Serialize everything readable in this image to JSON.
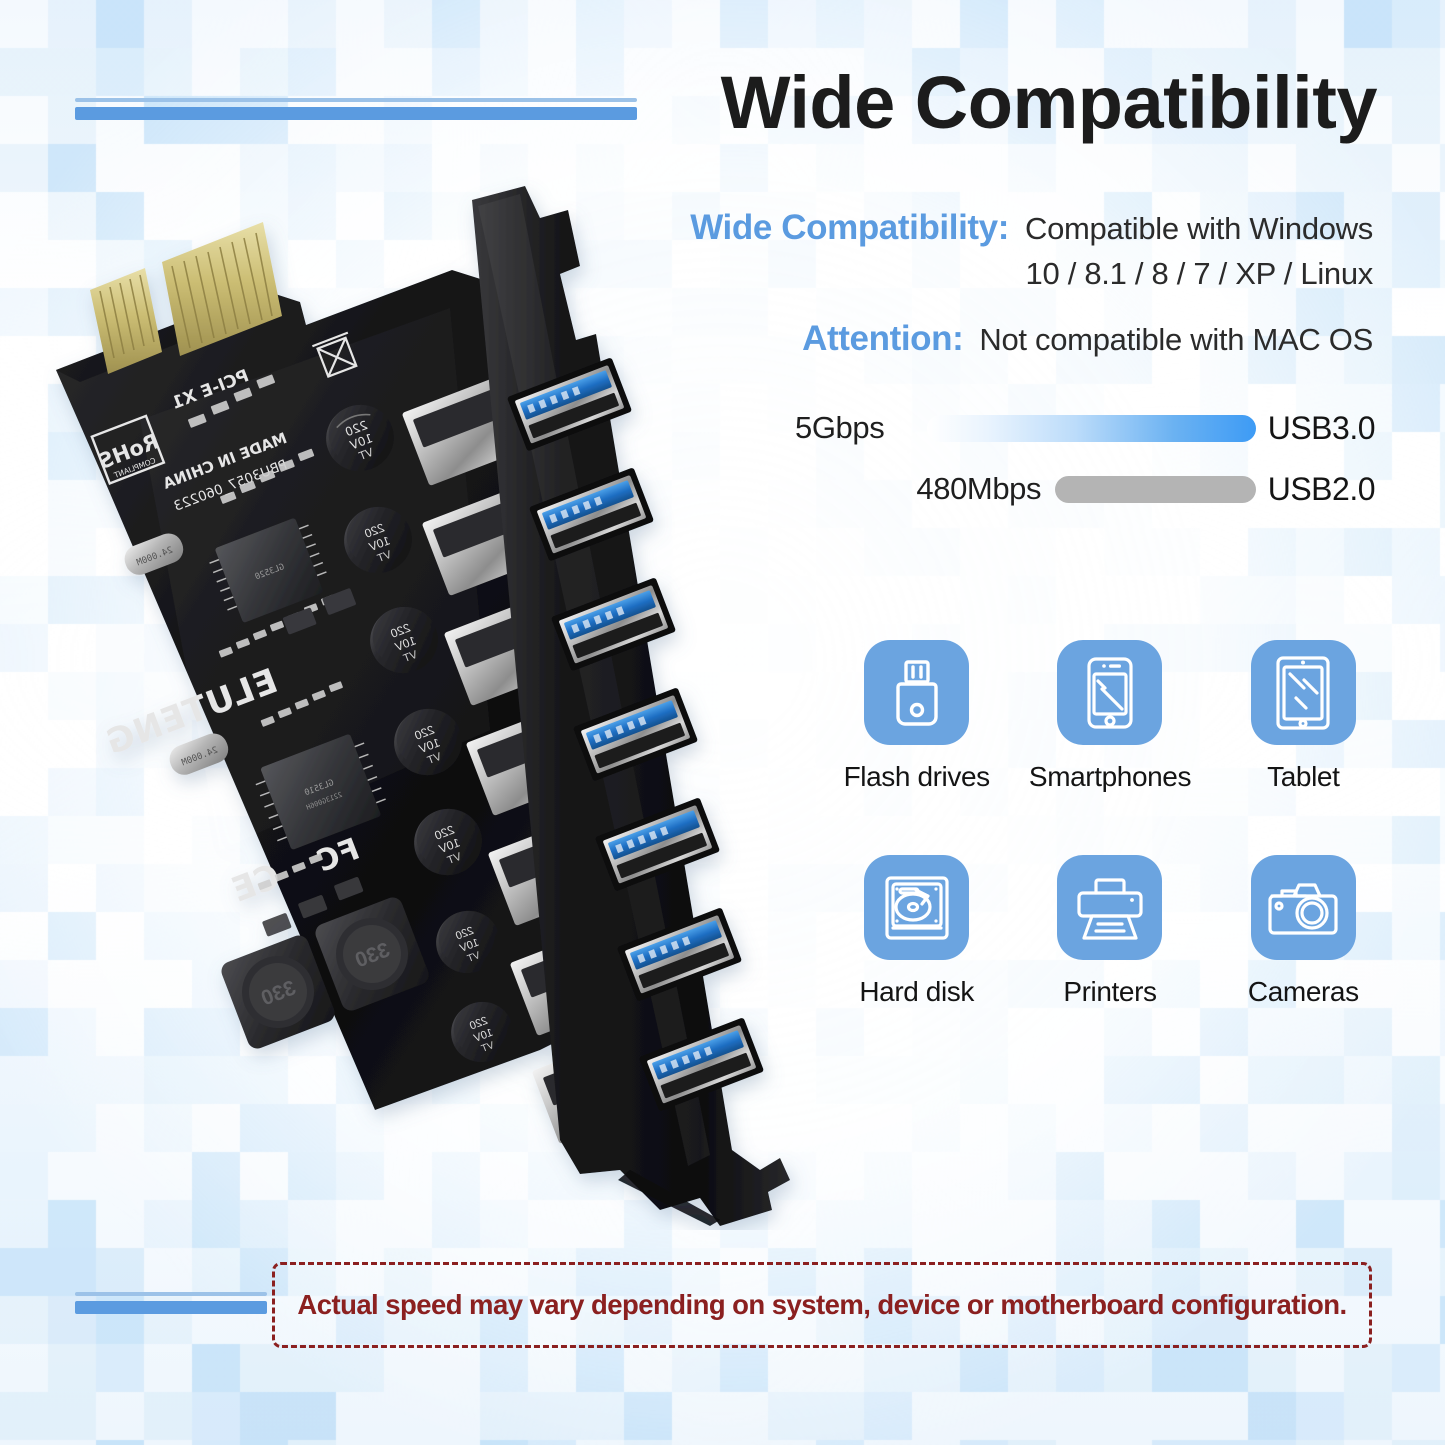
{
  "header": {
    "title": "Wide Compatibility"
  },
  "compatibility": {
    "rows": [
      {
        "label": "Wide Compatibility:",
        "value": "Compatible with Windows",
        "continuation": "10 / 8.1 / 8 / 7 / XP / Linux"
      },
      {
        "label": "Attention:",
        "value": "Not compatible with MAC OS",
        "continuation": ""
      }
    ]
  },
  "speeds": {
    "usb3": {
      "value": "5Gbps",
      "tag": "USB3.0",
      "bar_fill": 100
    },
    "usb2": {
      "value": "480Mbps",
      "tag": "USB2.0",
      "bar_fill": 34
    }
  },
  "devices": [
    {
      "label": "Flash drives",
      "icon": "usb-flash-drive-icon"
    },
    {
      "label": "Smartphones",
      "icon": "smartphone-icon"
    },
    {
      "label": "Tablet",
      "icon": "tablet-icon"
    },
    {
      "label": "Hard disk",
      "icon": "hard-disk-icon"
    },
    {
      "label": "Printers",
      "icon": "printer-icon"
    },
    {
      "label": "Cameras",
      "icon": "camera-icon"
    }
  ],
  "disclaimer": {
    "text": "Actual speed may vary depending on system, device or motherboard configuration."
  },
  "product": {
    "name": "7-port USB 3.0 PCI-E expansion card",
    "brand": "ELUTENG",
    "pcb_markings": [
      "PCI-E X1",
      "RoHS COMPLIANT",
      "MADE IN CHINA",
      "PBU3057_060223",
      "CE",
      "FC",
      "220 10V VT",
      "330",
      "24.000M"
    ],
    "port_count": 7
  },
  "colors": {
    "accent_blue": "#5b9be0",
    "accent_blue_light": "#9cc2e8",
    "usb3_bar": "#3d9bf5",
    "usb2_bar": "#b4b4b4",
    "tile_blue": "#6ba4e0",
    "disclaimer_red": "#8b2020",
    "title_black": "#1c1c1c"
  }
}
